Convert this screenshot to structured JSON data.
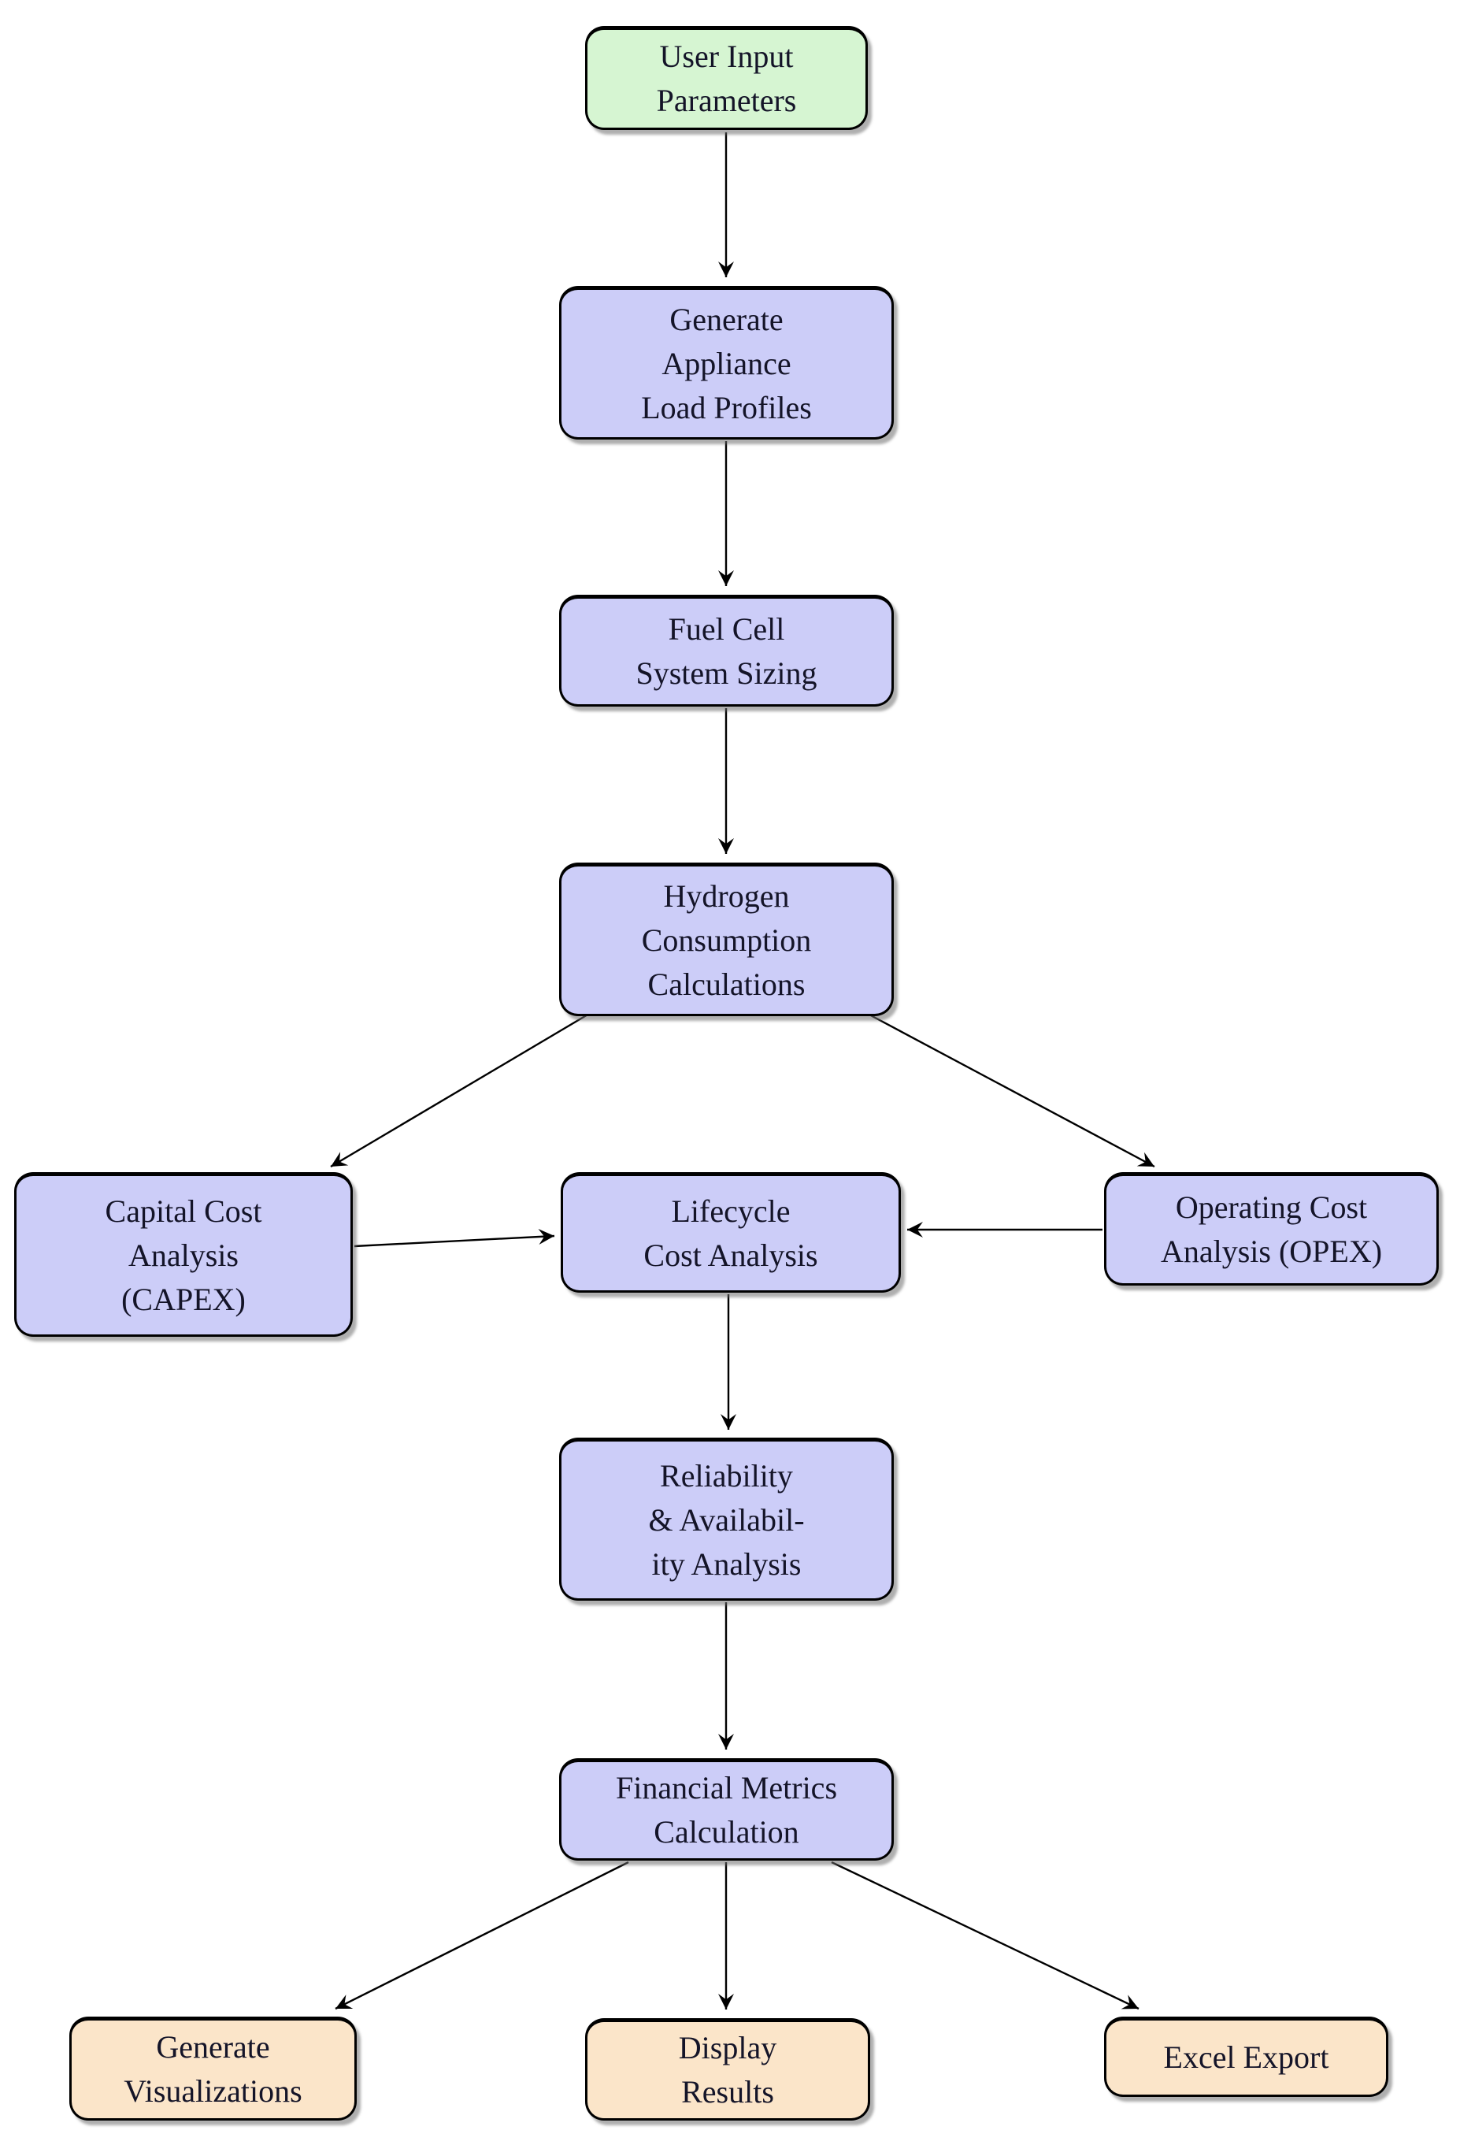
{
  "diagram": {
    "title": "Fuel cell techno-economic analysis workflow flowchart",
    "background": "#ffffff",
    "colors": {
      "input_fill": "#d6f5d2",
      "process_fill": "#cccdf8",
      "output_fill": "#fbe5c9",
      "border": "#000000",
      "arrow": "#000000",
      "text": "#141428"
    },
    "nodes": [
      {
        "id": "user-input",
        "label": "User Input\nParameters",
        "type": "input"
      },
      {
        "id": "load-profiles",
        "label": "Generate\nAppliance\nLoad Profiles",
        "type": "process"
      },
      {
        "id": "system-sizing",
        "label": "Fuel Cell\nSystem Sizing",
        "type": "process"
      },
      {
        "id": "hydrogen-consumption",
        "label": "Hydrogen\nConsumption\nCalculations",
        "type": "process"
      },
      {
        "id": "capex",
        "label": "Capital Cost\nAnalysis\n(CAPEX)",
        "type": "process"
      },
      {
        "id": "lifecycle",
        "label": "Lifecycle\nCost Analysis",
        "type": "process"
      },
      {
        "id": "opex",
        "label": "Operating Cost\nAnalysis (OPEX)",
        "type": "process"
      },
      {
        "id": "reliability",
        "label": "Reliability\n& Availabil-\nity Analysis",
        "type": "process"
      },
      {
        "id": "financial-metrics",
        "label": "Financial Metrics\nCalculation",
        "type": "process"
      },
      {
        "id": "visualizations",
        "label": "Generate\nVisualizations",
        "type": "output"
      },
      {
        "id": "display-results",
        "label": "Display\nResults",
        "type": "output"
      },
      {
        "id": "excel-export",
        "label": "Excel Export",
        "type": "output"
      }
    ],
    "edges": [
      {
        "from": "user-input",
        "to": "load-profiles"
      },
      {
        "from": "load-profiles",
        "to": "system-sizing"
      },
      {
        "from": "system-sizing",
        "to": "hydrogen-consumption"
      },
      {
        "from": "hydrogen-consumption",
        "to": "capex"
      },
      {
        "from": "hydrogen-consumption",
        "to": "opex"
      },
      {
        "from": "capex",
        "to": "lifecycle"
      },
      {
        "from": "opex",
        "to": "lifecycle"
      },
      {
        "from": "lifecycle",
        "to": "reliability"
      },
      {
        "from": "reliability",
        "to": "financial-metrics"
      },
      {
        "from": "financial-metrics",
        "to": "visualizations"
      },
      {
        "from": "financial-metrics",
        "to": "display-results"
      },
      {
        "from": "financial-metrics",
        "to": "excel-export"
      }
    ]
  }
}
